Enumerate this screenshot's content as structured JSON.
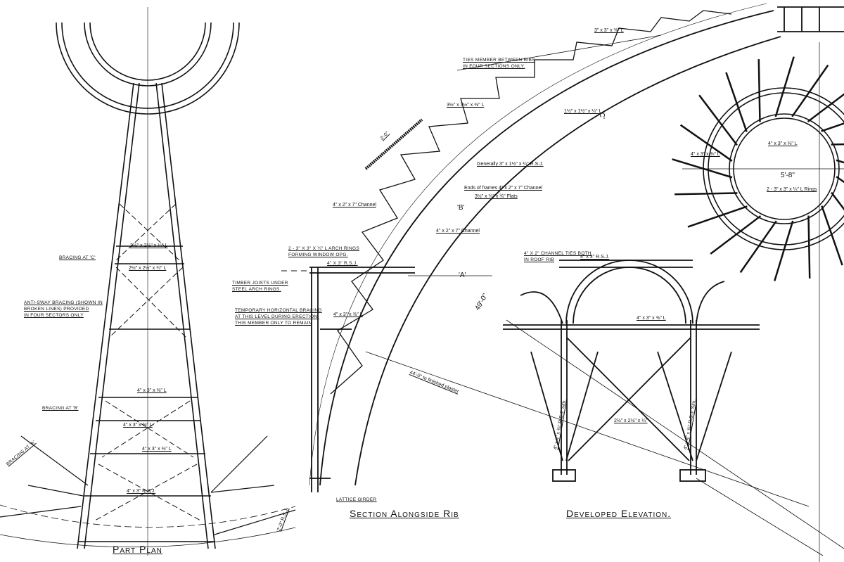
{
  "titles": {
    "part_plan": "Part Plan",
    "section": "Section Alongside Rib",
    "elevation": "Developed Elevation."
  },
  "plan_labels": {
    "bracing_c": "Bracing at 'C'",
    "bracing_b": "Bracing at 'B'",
    "bracing_a": "Bracing at 'A'",
    "anti_sway_1": "Anti-sway bracing (shown in",
    "anti_sway_2": "broken lines) provided",
    "anti_sway_3": "in four sectors only",
    "angle_c_top": "3½\" x 2½\" x ¼\" L",
    "angle_c_bot": "2½\" x 2½\" x ¼\" L",
    "angle_b_top": "4\" x 3\" x ⅜\" L",
    "angle_b_bot": "4\" x 3\" x ⅜\" L",
    "angle_a_top": "4\" x 3\" x ⅜\" L",
    "rsj_a": "4\" x 3\" R.S.J.",
    "dim_right": "2'-0\" R.S.J."
  },
  "section_labels": {
    "arch_rings_1": "2 - 3\" x 3\" x ¼\" L Arch Rings",
    "arch_rings_2": "forming window opg.",
    "rsj": "4\" x 3\" R.S.J.",
    "timber_1": "Timber joists under",
    "timber_2": "steel arch rings.",
    "temp_1": "Temporary horizontal bracing",
    "temp_2": "at this level during erection.",
    "temp_3": "This member only to remain",
    "angle_small": "4\" x 3\" x ⅜\" L",
    "lattice": "Lattice Girder",
    "channel_1": "4\" x 2\" x 7\" Channel",
    "channel_2": "4\" x 2\" x 7\" Channel",
    "generally": "Generally 3\" x 1½\" x ¼\" R.S.J.",
    "ends": "Ends of frames 4\" x 2\" x 7\" Channel",
    "flats": "3½\" x ¼\" x ¾\" Flats",
    "ties_1": "Ties member between ribs",
    "ties_2": "in four sections only.",
    "angle_top": "3½\" x 3½\" x ⅜\" L",
    "angle_mid": "1½\" x 1½\" x ¼\" L",
    "angle_crown": "3\" x 3\" x ⅜\" L",
    "dim_49": "49'-0\"",
    "dim_44": "44'-0\" to finished plaster",
    "dim_3": "3'-0\"",
    "mark_a": "'A'",
    "mark_b": "'B'",
    "mark_c": "'C'"
  },
  "rosette_labels": {
    "angle": "4\" x 3\" x ⅜\" L",
    "angle2": "4\" x 3\" x ⅜\" L",
    "dim": "5'-8\"",
    "rings": "2 - 3\" x 3\" x ¼\" L Rings"
  },
  "elevation_labels": {
    "channel_1": "4\" x 2\" Channel Ties both",
    "channel_2": "in roof rib",
    "rsj": "4\" x 3\" R.S.J.",
    "angle": "4\" x 3\" x ⅜\" L",
    "angle_mid": "2½\" x 2½\" x ¼\"",
    "sim_1": "4\" x 4\" x ⅜\" R.S.J. Sim.",
    "sim_2": "4\" x 4\" x ⅜\" R.S.J. Sim."
  }
}
